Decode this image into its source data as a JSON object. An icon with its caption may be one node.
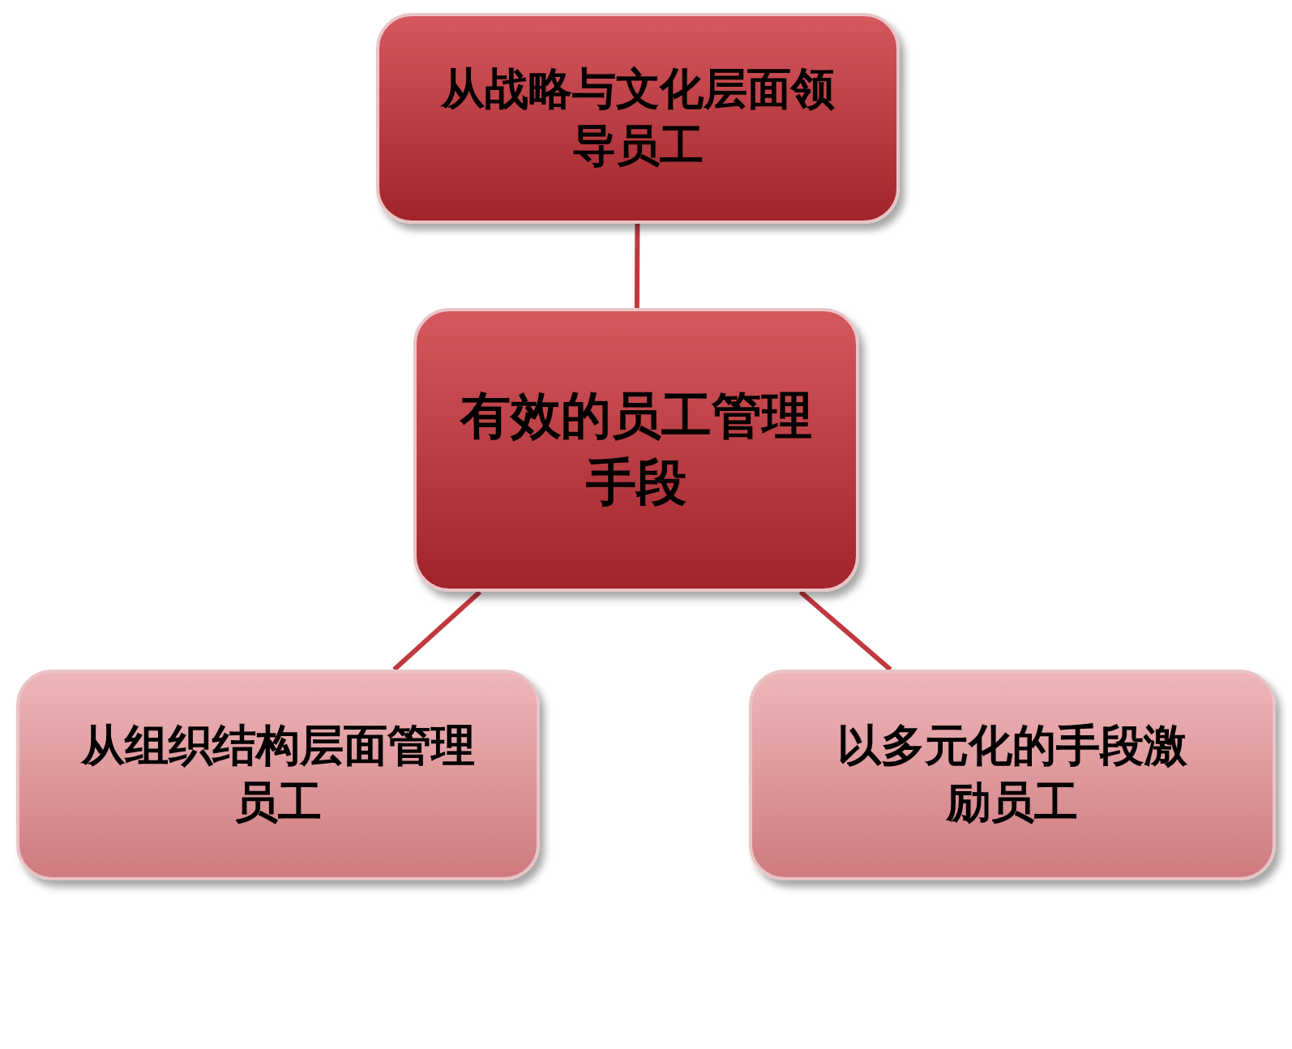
{
  "diagram": {
    "nodes": [
      {
        "text": [
          "从战略与文化层面领导员工"
        ]
      },
      {
        "text": [
          "有效的员工管理手段"
        ]
      },
      {
        "text": [
          "从组织结构层面管理员工"
        ]
      },
      {
        "text": [
          "以多元化的手段激励员工"
        ]
      }
    ],
    "edges": [
      {
        "from": 1,
        "to": 0,
        "arrow": "none"
      },
      {
        "from": 1,
        "to": 2,
        "arrow": "none"
      },
      {
        "from": 1,
        "to": 3,
        "arrow": "none"
      }
    ]
  }
}
